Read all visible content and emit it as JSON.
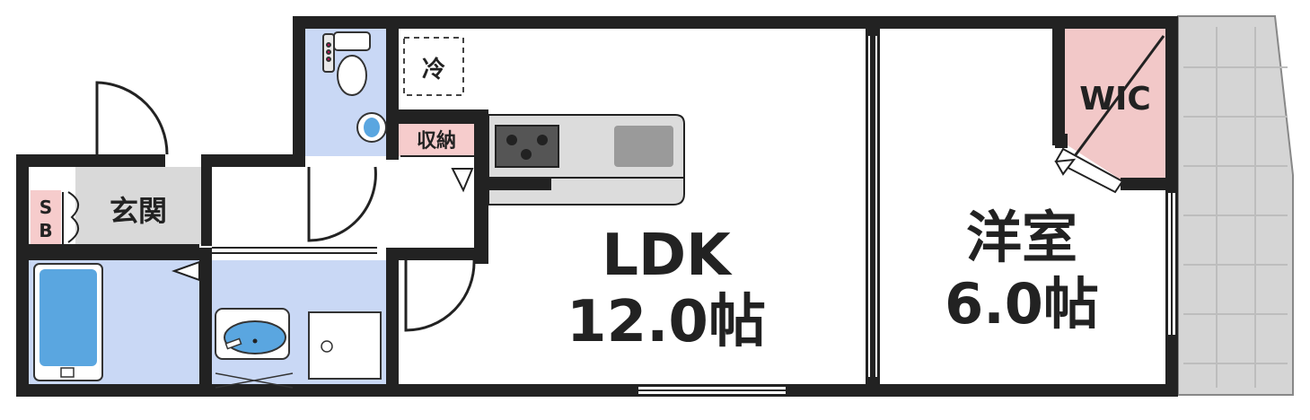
{
  "rooms": {
    "ldk": {
      "name": "LDK",
      "size": "12.0帖"
    },
    "western": {
      "name": "洋室",
      "size": "6.0帖"
    },
    "wic": {
      "name": "WIC"
    },
    "entrance": {
      "name": "玄関"
    },
    "shoe_box": {
      "line1": "S",
      "line2": "B"
    },
    "storage": {
      "name": "収納"
    },
    "fridge": {
      "name": "冷"
    }
  },
  "colors": {
    "wall": "#222222",
    "wet_area": "#c9d8f5",
    "entrance": "#d9d9d9",
    "storage": "#f6cccc",
    "wic": "#f2c8c8",
    "balcony": "#d5d5d5",
    "fixture_blue": "#5aa6e0",
    "kitchen": "#dcdcdc"
  },
  "icons": [
    "toilet-icon",
    "sink-icon",
    "bathtub-icon",
    "washer-pan-icon",
    "stove-icon",
    "kitchen-sink-icon",
    "door-swing-icon"
  ]
}
